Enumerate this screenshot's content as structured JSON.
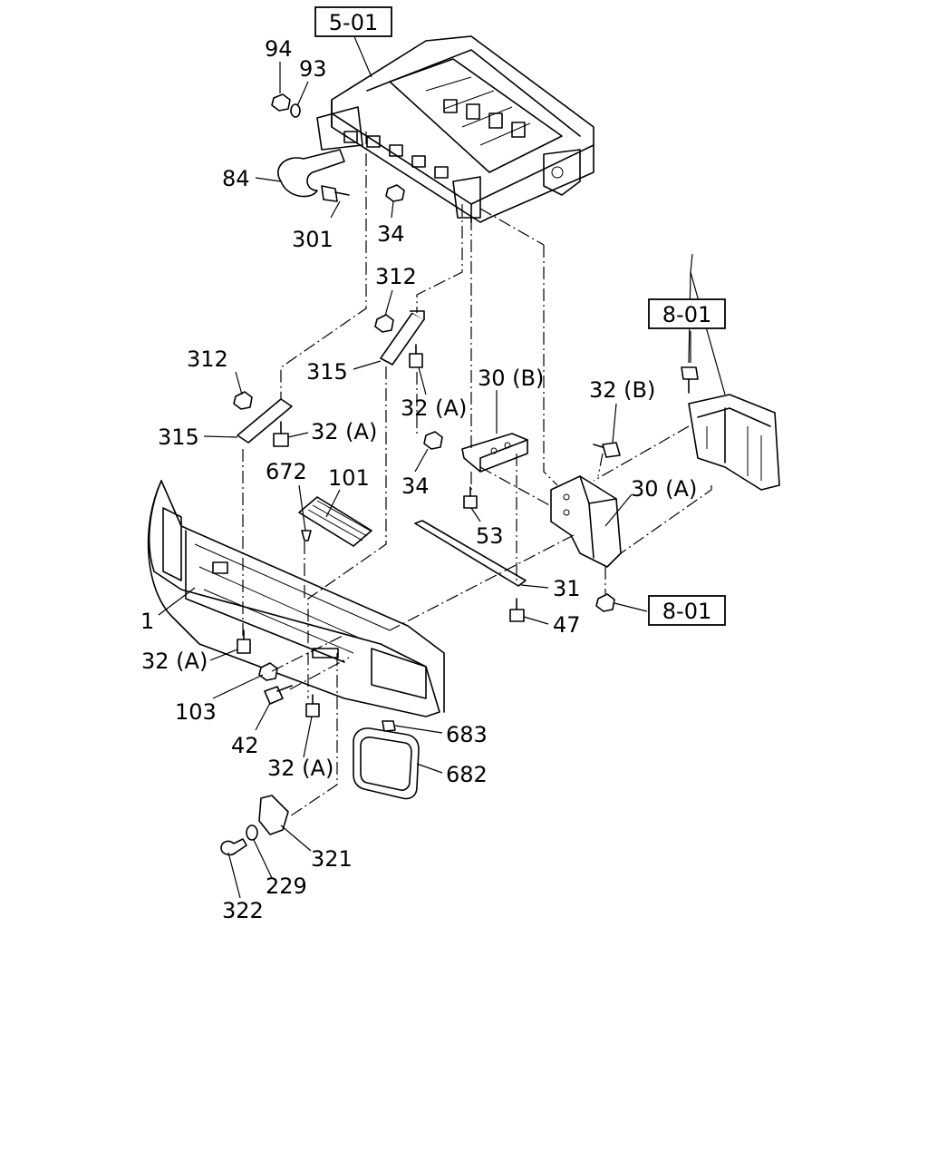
{
  "references": {
    "ref_5_01": "5-01",
    "ref_8_01_top": "8-01",
    "ref_8_01_bottom": "8-01"
  },
  "callouts": {
    "c94": "94",
    "c93": "93",
    "c84": "84",
    "c301": "301",
    "c34_top": "34",
    "c312_upper": "312",
    "c312_left": "312",
    "c315_upper": "315",
    "c315_left": "315",
    "c32a_upper": "32 (A)",
    "c32a_mid": "32 (A)",
    "c30b": "30 (B)",
    "c32b": "32 (B)",
    "c34_mid": "34",
    "c30a": "30 (A)",
    "c672": "672",
    "c101": "101",
    "c53": "53",
    "c31": "31",
    "c47": "47",
    "c1": "1",
    "c32a_low": "32 (A)",
    "c103": "103",
    "c42": "42",
    "c32a_bottom": "32 (A)",
    "c683": "683",
    "c682": "682",
    "c321": "321",
    "c229": "229",
    "c322": "322"
  }
}
